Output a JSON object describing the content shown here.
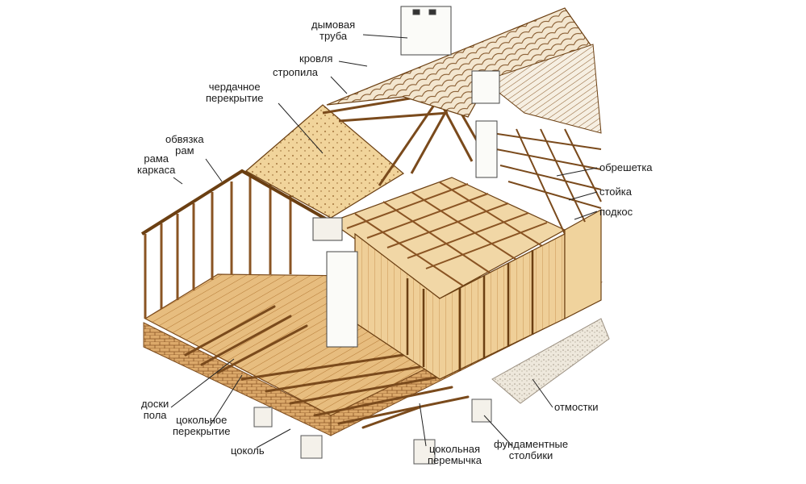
{
  "labels": {
    "chimney": [
      "дымовая",
      "труба"
    ],
    "roof": "кровля",
    "rafters": "стропила",
    "attic_floor": [
      "чердачное",
      "перекрытие"
    ],
    "frame_tie": [
      "обвязка",
      "рам"
    ],
    "frame": [
      "рама",
      "каркаса"
    ],
    "battens": "обрешетка",
    "post": "стойка",
    "brace": "подкос",
    "blind_area": "отмостки",
    "floor_boards": [
      "доски",
      "пола"
    ],
    "base_floor": [
      "цокольное",
      "перекрытие"
    ],
    "plinth": "цоколь",
    "plinth_lintel": [
      "цокольная",
      "перемычка"
    ],
    "foundation_posts": [
      "фундаментные",
      "столбики"
    ]
  },
  "colors": {
    "wood": "#e9c48a",
    "wood_dark": "#c58b45",
    "ink": "#6b3f12",
    "brick": "#d9a566",
    "label": "#1a1a1a"
  }
}
